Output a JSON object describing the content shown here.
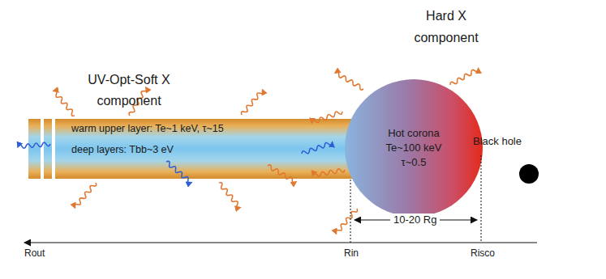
{
  "diagram": {
    "nodes": [
      {
        "text": [
          "warm upper layer: Te~1 keV, τ~15"
        ]
      },
      {
        "text": [
          "deep layers: Tbb~3 eV"
        ],
        "in": 0
      },
      {
        "text": [
          "Hot corona",
          "Te~100 keV",
          "τ~0.5"
        ]
      }
    ],
    "labels": [
      "UV-Opt-Soft X component",
      "Hard X component",
      "Black hole",
      "10-20 Rg",
      "Rout",
      "Rin",
      "Risco"
    ]
  }
}
